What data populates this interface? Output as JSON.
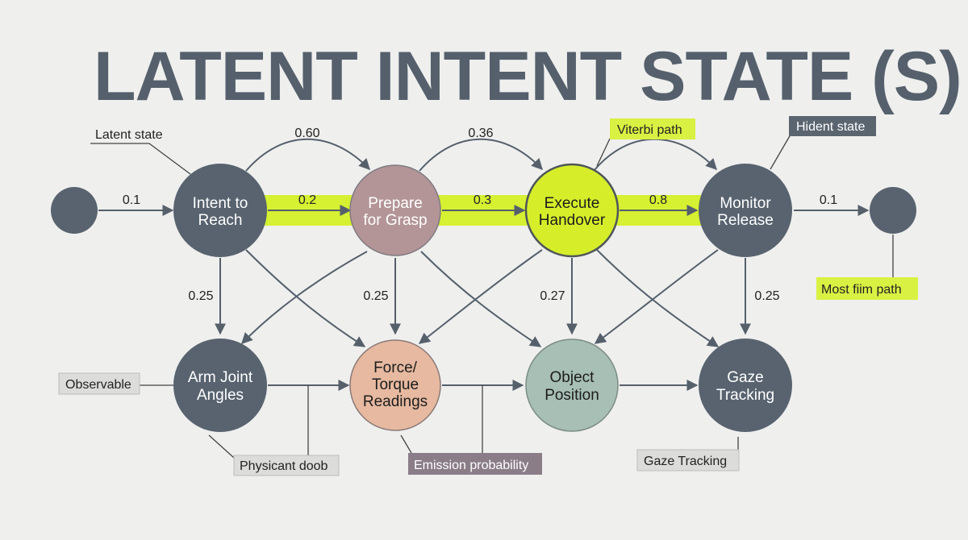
{
  "title": "LATENT INTENT STATE (S)",
  "colors": {
    "background": "#efefee",
    "dark_node": "#58636f",
    "highlight": "#d6f032",
    "arrow": "#55606b",
    "prepare_node": "#b39597",
    "execute_node": "#d6ee2a",
    "force_node": "#e6b9a0",
    "object_node": "#a7bfb5"
  },
  "states": {
    "intent": {
      "line1": "Intent to",
      "line2": "Reach"
    },
    "prepare": {
      "line1": "Prepare",
      "line2": "for Grasp"
    },
    "execute": {
      "line1": "Execute",
      "line2": "Handover"
    },
    "monitor": {
      "line1": "Monitor",
      "line2": "Release"
    }
  },
  "observations": {
    "arm": {
      "line1": "Arm Joint",
      "line2": "Angles"
    },
    "force": {
      "line1": "Force/",
      "line2": "Torque",
      "line3": "Readings"
    },
    "object": {
      "line1": "Object",
      "line2": "Position"
    },
    "gaze": {
      "line1": "Gaze",
      "line2": "Tracking"
    }
  },
  "transitions": {
    "start_to_intent": "0.1",
    "intent_to_prepare": "0.2",
    "prepare_to_execute": "0.3",
    "execute_to_monitor": "0.8",
    "monitor_to_end": "0.1",
    "arc_intent_prepare": "0.60",
    "arc_prepare_execute": "0.36"
  },
  "emissions": {
    "intent": "0.25",
    "prepare": "0.25",
    "execute": "0.27",
    "monitor": "0.25"
  },
  "annotations": {
    "latent_state": "Latent state",
    "viterbi_path": "Viterbi path",
    "hidden_state": "Hident state",
    "most_path": "Most fiim path",
    "observable": "Observable",
    "physicant": "Physicant doob",
    "emission_probability": "Emission probability",
    "gaze_tracking": "Gaze Tracking"
  }
}
